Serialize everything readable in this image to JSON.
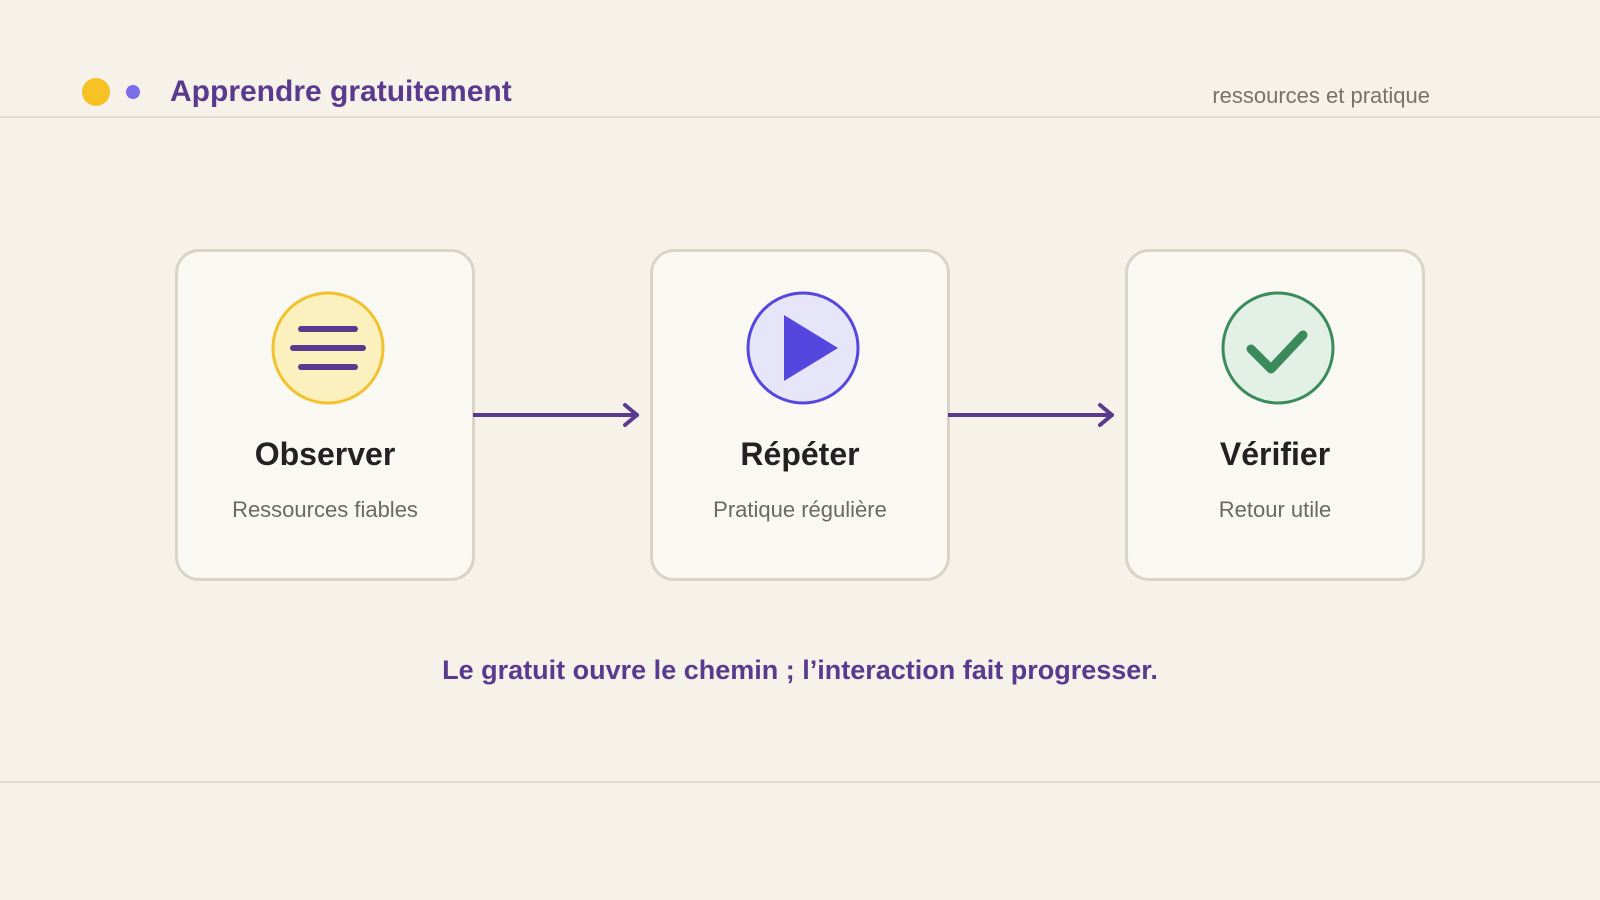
{
  "header": {
    "title": "Apprendre gratuitement",
    "subtitle": "ressources et pratique"
  },
  "steps": [
    {
      "title": "Observer",
      "description": "Ressources fiables",
      "icon": "menu-lines-icon"
    },
    {
      "title": "Répéter",
      "description": "Pratique régulière",
      "icon": "play-icon"
    },
    {
      "title": "Vérifier",
      "description": "Retour utile",
      "icon": "check-icon"
    }
  ],
  "tagline": "Le gratuit ouvre le chemin ; l’interaction fait progresser.",
  "colors": {
    "primary_purple": "#5a3a8e",
    "accent_yellow": "#f7c224",
    "accent_blue": "#7a6fe8",
    "play_blue": "#5646e0",
    "check_green": "#3a8a5c",
    "card_border": "#dad4c8",
    "background": "#f6f2e9"
  }
}
